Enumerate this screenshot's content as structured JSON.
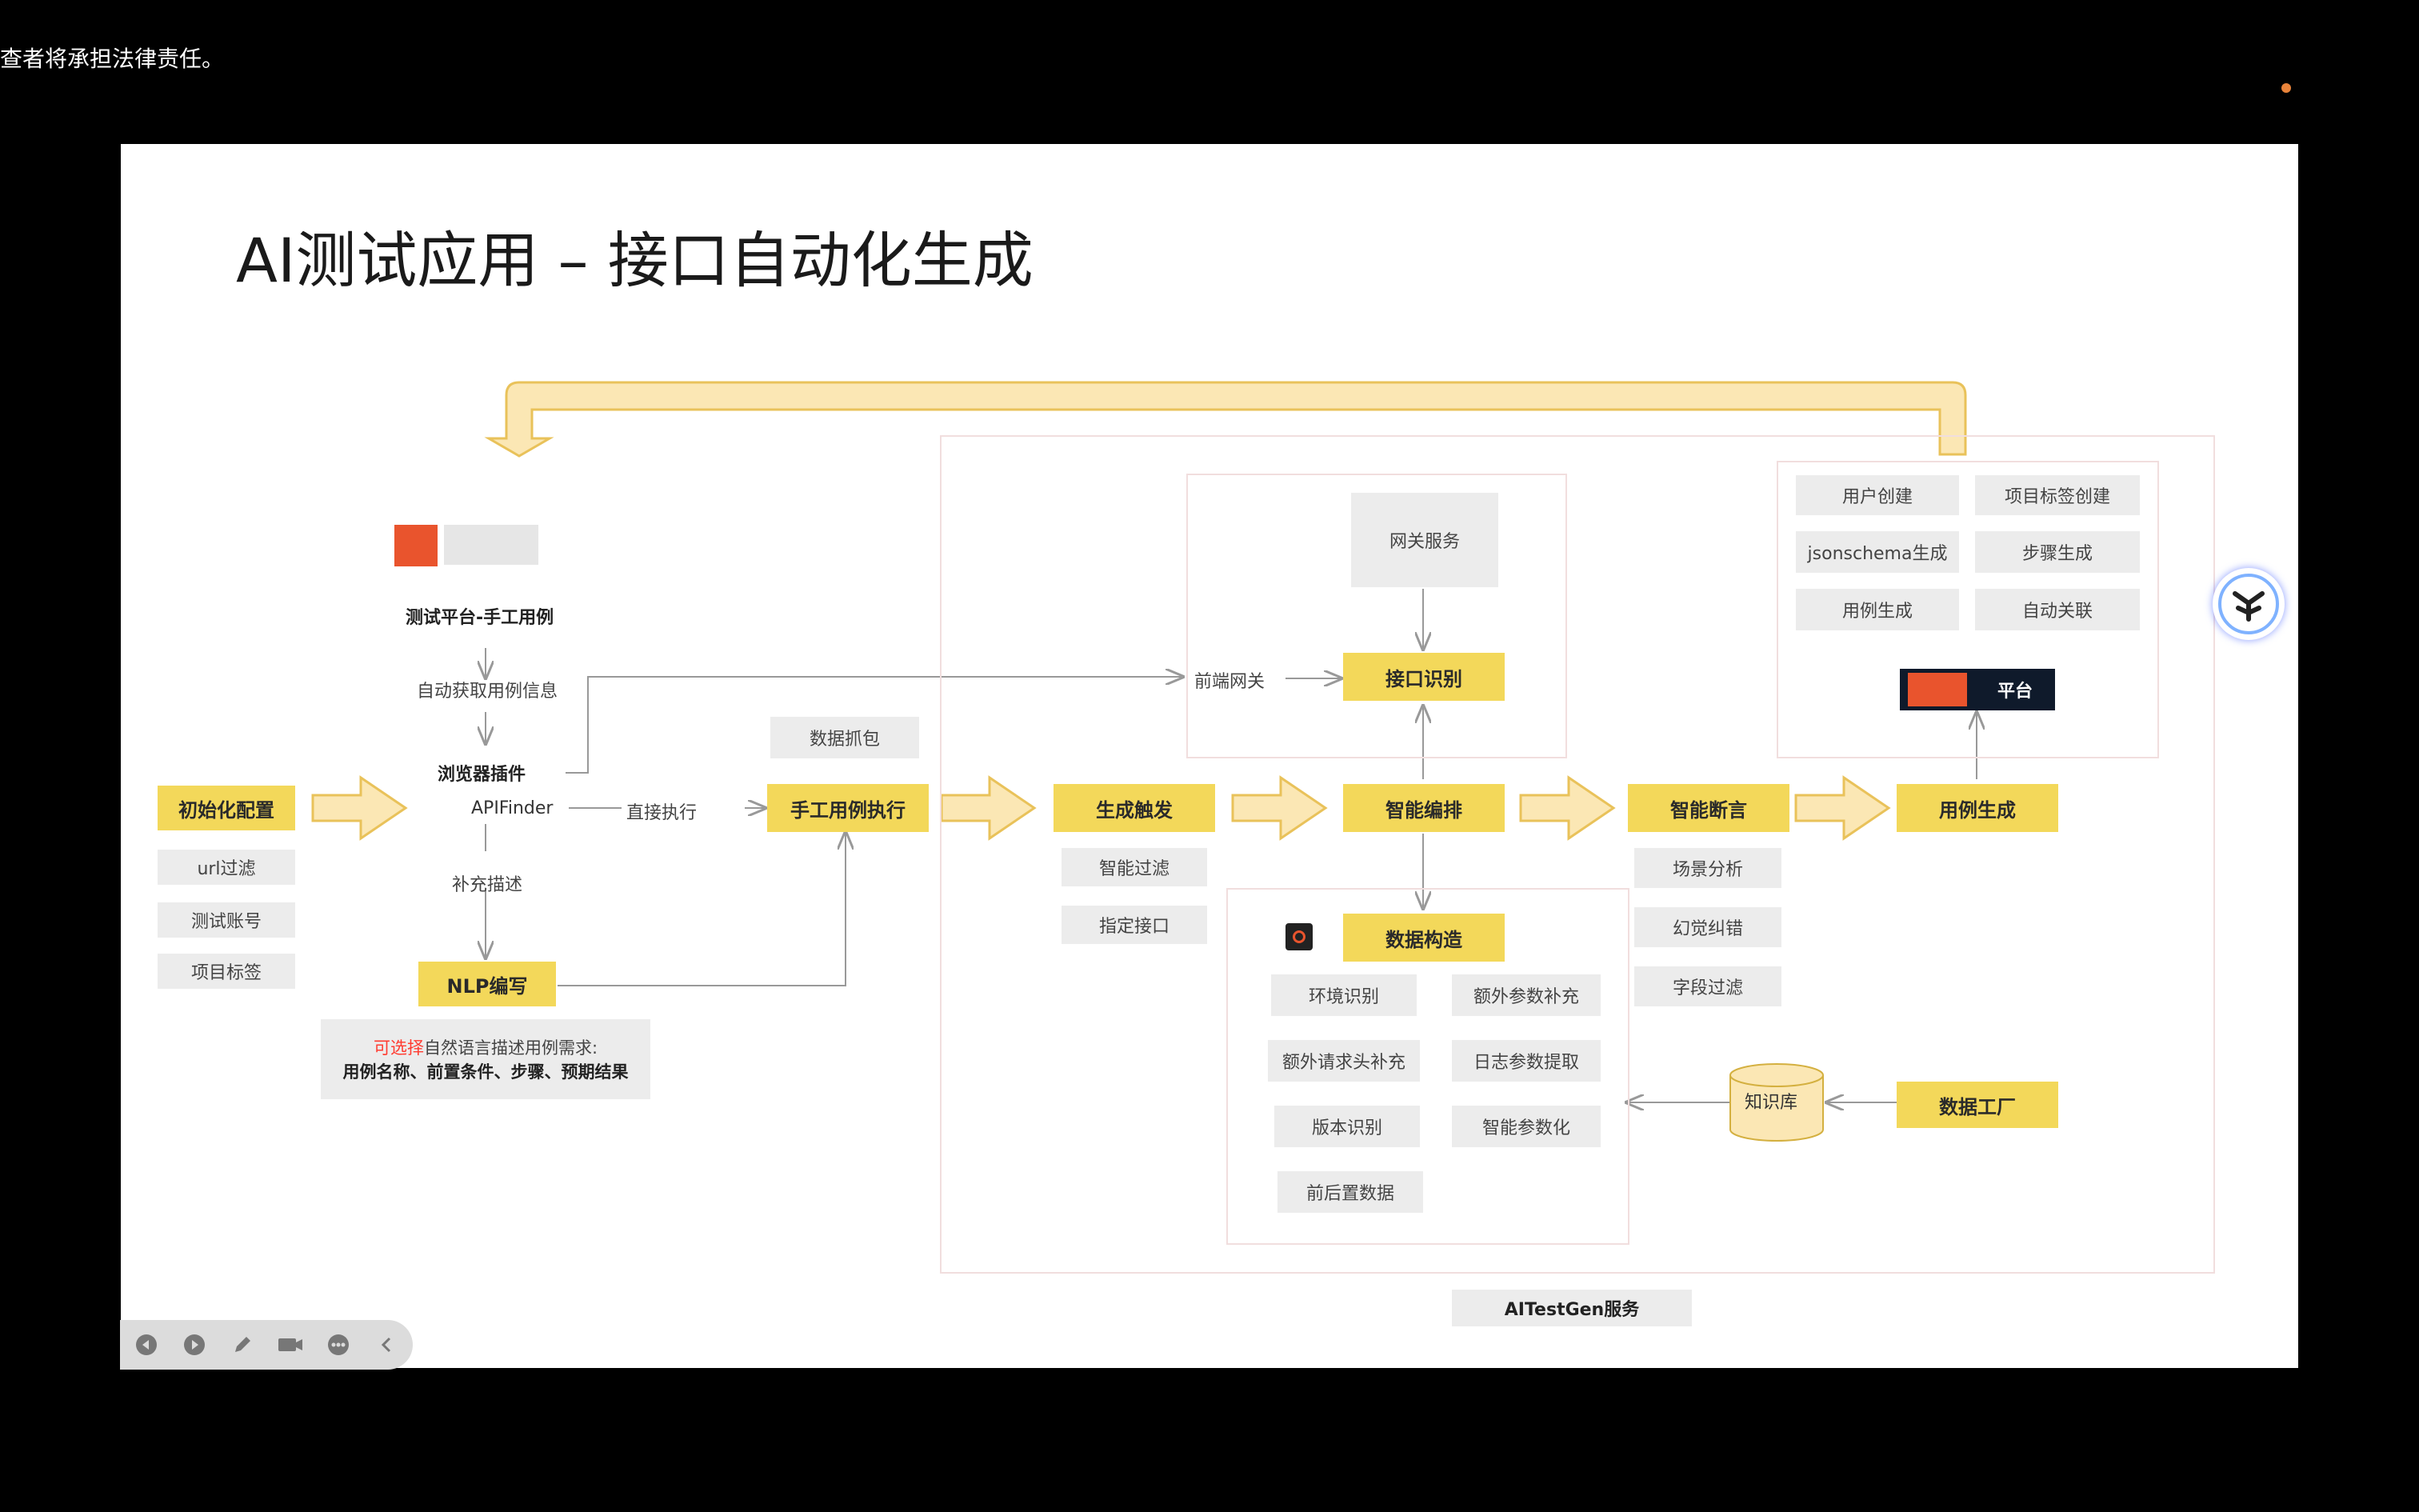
{
  "notice": "查者将承担法律责任。",
  "slide": {
    "title": "AI测试应用 – 接口自动化生成",
    "platform_label": "测试平台-手工用例",
    "auto_fetch": "自动获取用例信息",
    "browser_plugin": "浏览器插件",
    "apifinder": "APIFinder",
    "direct_exec": "直接执行",
    "supplement": "补充描述",
    "nlp": "NLP编写",
    "note_optional": "可选择",
    "note_rest": "自然语言描述用例需求:",
    "note_line2": "用例名称、前置条件、步骤、预期结果",
    "init_config": "初始化配置",
    "init_items": [
      "url过滤",
      "测试账号",
      "项目标签"
    ],
    "data_capture": "数据抓包",
    "manual_exec": "手工用例执行",
    "gen_trigger": "生成触发",
    "trigger_items": [
      "智能过滤",
      "指定接口"
    ],
    "frontend_gateway": "前端网关",
    "gateway_service": "网关服务",
    "api_identify": "接口识别",
    "smart_orchestrate": "智能编排",
    "data_construct": "数据构造",
    "construct_items": [
      "环境识别",
      "额外参数补充",
      "额外请求头补充",
      "日志参数提取",
      "版本识别",
      "智能参数化",
      "前后置数据"
    ],
    "smart_assert": "智能断言",
    "assert_items": [
      "场景分析",
      "幻觉纠错",
      "字段过滤"
    ],
    "case_gen": "用例生成",
    "gen_items": [
      "用户创建",
      "项目标签创建",
      "jsonschema生成",
      "步骤生成",
      "用例生成",
      "自动关联"
    ],
    "platform_suffix": "平台",
    "knowledge_base": "知识库",
    "data_factory": "数据工厂",
    "service_name": "AITestGen服务"
  },
  "colors": {
    "yellow": "#f3d85a",
    "gray_box": "#ececec",
    "arrow_fill": "#fbe7b4",
    "arrow_stroke": "#e9c25a",
    "frame": "#f1dede",
    "highlight_red": "#ff3b30"
  },
  "toolbar": [
    "prev-icon",
    "play-icon",
    "pen-icon",
    "camera-icon",
    "more-icon",
    "collapse-icon"
  ]
}
